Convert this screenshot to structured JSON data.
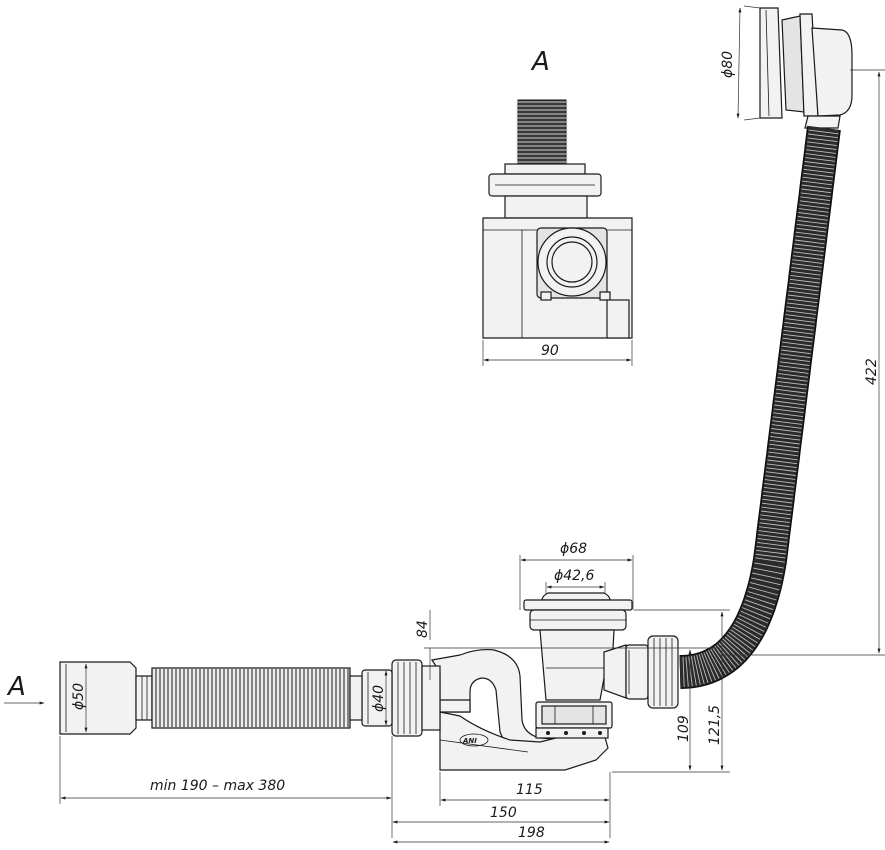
{
  "view_label": "A",
  "arrow_label": "A",
  "logo_text": "ANI",
  "dims": {
    "view_width": "90",
    "overflow_diameter": "ϕ80",
    "hose_length": "422",
    "plug_outer": "ϕ68",
    "plug_inner": "ϕ42,6",
    "riser": "84",
    "outlet_small": "ϕ40",
    "outlet_large": "ϕ50",
    "drain_height_1": "109",
    "drain_height_2": "121,5",
    "hose_range": "min 190 – max 380",
    "siphon_width": "115",
    "body_width": "150",
    "total_width": "198"
  },
  "colors": {
    "hose": "#2b2b2b",
    "body": "#f2f2f2"
  }
}
